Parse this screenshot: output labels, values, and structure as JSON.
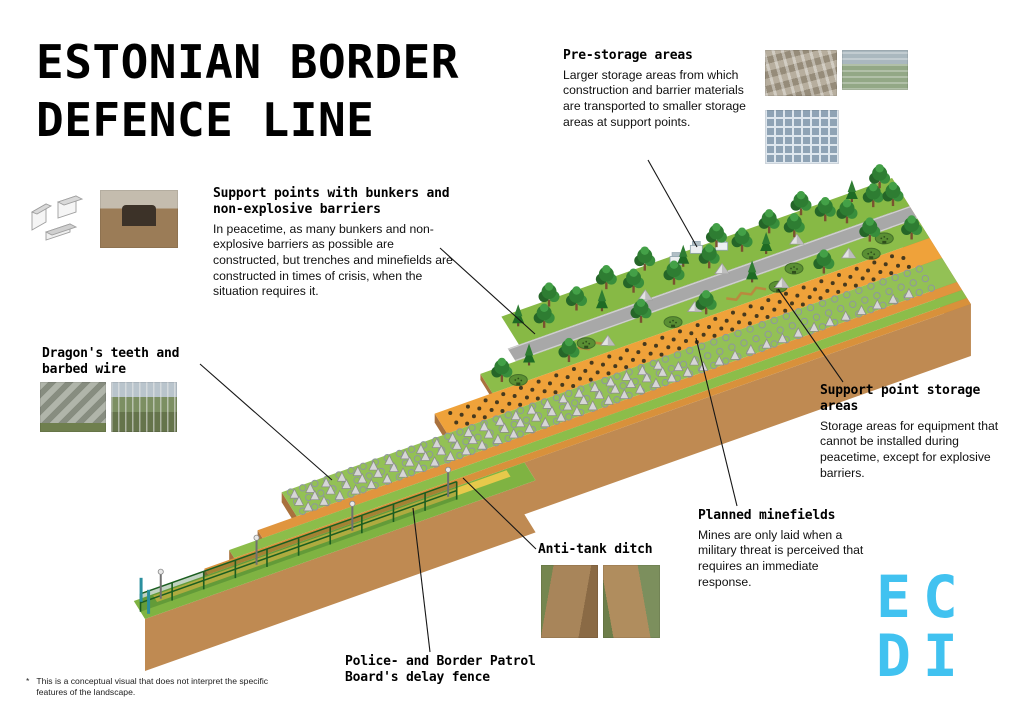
{
  "title": {
    "line1": "ESTONIAN BORDER",
    "line2": "DEFENCE LINE"
  },
  "annotations": {
    "pre_storage": {
      "heading": "Pre-storage areas",
      "body": "Larger storage areas from which construction and barrier materials are transported to smaller storage areas at support points."
    },
    "support_points": {
      "heading": "Support points with bunkers and non-explosive barriers",
      "body": "In peacetime, as many bunkers and non-explosive barriers as possible are constructed, but trenches and minefields are constructed in times of crisis, when the situation requires it."
    },
    "dragons_teeth": {
      "heading": "Dragon's teeth and barbed wire"
    },
    "support_storage": {
      "heading": "Support point storage areas",
      "body": "Storage areas for equipment that cannot be installed during peacetime, except for explosive barriers."
    },
    "planned_minefields": {
      "heading": "Planned minefields",
      "body": "Mines are only laid when a military threat is perceived that requires an immediate response."
    },
    "anti_tank_ditch": {
      "heading": "Anti-tank ditch"
    },
    "delay_fence": {
      "heading": "Police- and Border Patrol Board's delay fence"
    }
  },
  "footnote": {
    "marker": "*",
    "text": "This is a conceptual visual that does not interpret the specific features of the landscape."
  },
  "logo": {
    "line1": "EC",
    "line2": "DI",
    "color": "#41c2f0"
  }
}
